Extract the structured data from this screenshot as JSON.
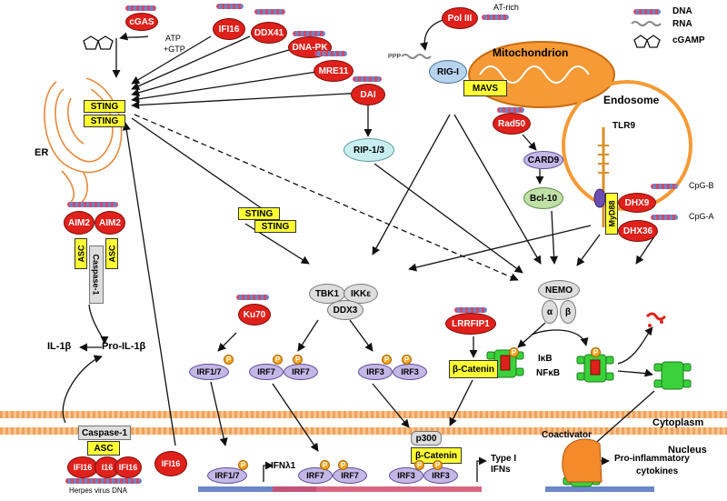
{
  "legend": {
    "dna": "DNA",
    "rna": "RNA",
    "cgamp": "cGAMP"
  },
  "compartments": {
    "er": "ER",
    "mitochondrion": "Mitochondrion",
    "endosome": "Endosome",
    "cytoplasm": "Cytoplasm",
    "nucleus": "Nucleus"
  },
  "sensors": {
    "cgas": "cGAS",
    "ifi16": "IFI16",
    "ddx41": "DDX41",
    "dnapk": "DNA-PK",
    "mre11": "MRE11",
    "dai": "DAI",
    "pol3": "Pol III",
    "at_rich": "AT-rich",
    "rig1": "RIG-I",
    "mavs": "MAVS",
    "ppp": "PPP",
    "rad50": "Rad50",
    "card9": "CARD9",
    "bcl10": "Bcl-10",
    "tlr9": "TLR9",
    "myd88": "MyD88",
    "dhx9": "DHX9",
    "dhx36": "DHX36",
    "cpg_b": "CpG-B",
    "cpg_a": "CpG-A",
    "rip13": "RIP-1/3",
    "ku70": "Ku70",
    "lrrfip1": "LRRFIP1",
    "aim2": "AIM2"
  },
  "sting": {
    "label": "STING",
    "atp": "ATP",
    "gtp": "+GTP"
  },
  "inflammasome": {
    "asc": "ASC",
    "caspase1": "Caspase-1",
    "il1b": "IL-1β",
    "proil1b": "Pro-IL-1β"
  },
  "kinases": {
    "tbk1": "TBK1",
    "ikke": "IKKε",
    "ddx3": "DDX3",
    "nemo": "NEMO",
    "alpha": "α",
    "beta": "β",
    "ikb": "IκB",
    "nfkb": "NFκB"
  },
  "irf": {
    "irf17": "IRF1/7",
    "irf7": "IRF7",
    "irf3": "IRF3",
    "p": "P",
    "beta_catenin": "β-Catenin",
    "p300": "p300"
  },
  "nuclear": {
    "herpes": "Herpes virus DNA",
    "ifi16_short": "IFI16",
    "ifi16_mid": "IFI16",
    "ifi16_cut": "I16",
    "ifnl1": "IFNλ1",
    "type1": "Type I",
    "ifns": "IFNs",
    "coactivator": "Coactivator",
    "proinflam": "Pro-inflammatory",
    "cytokines": "cytokines",
    "asc_n": "ASC",
    "casp_n": "Caspase-1"
  }
}
